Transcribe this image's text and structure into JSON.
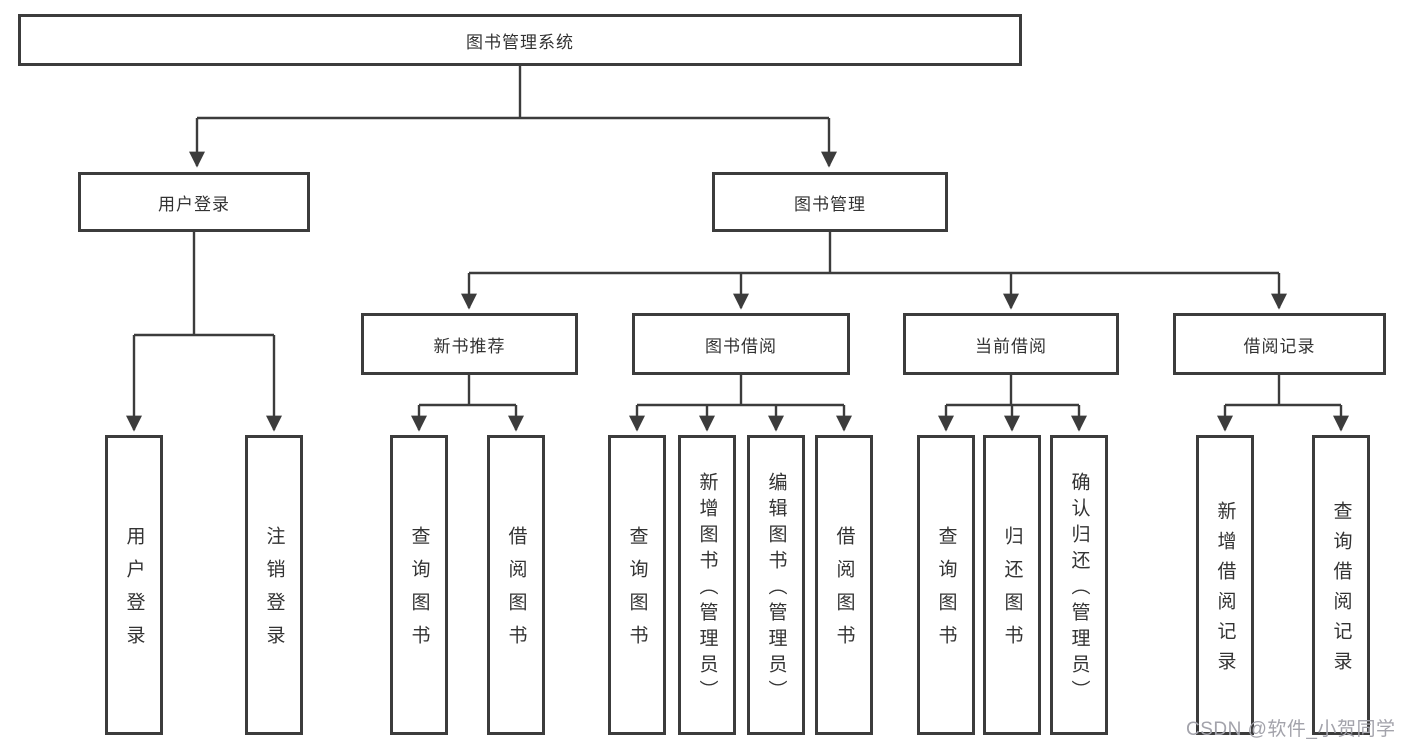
{
  "diagram": {
    "root": {
      "label": "图书管理系统",
      "children": [
        {
          "label": "用户登录",
          "children": [
            {
              "label": "用户登录"
            },
            {
              "label": "注销登录"
            }
          ]
        },
        {
          "label": "图书管理",
          "children": [
            {
              "label": "新书推荐",
              "children": [
                {
                  "label": "查询图书"
                },
                {
                  "label": "借阅图书"
                }
              ]
            },
            {
              "label": "图书借阅",
              "children": [
                {
                  "label": "查询图书"
                },
                {
                  "label": "新增图书（管理员）"
                },
                {
                  "label": "编辑图书（管理员）"
                },
                {
                  "label": "借阅图书"
                }
              ]
            },
            {
              "label": "当前借阅",
              "children": [
                {
                  "label": "查询图书"
                },
                {
                  "label": "归还图书"
                },
                {
                  "label": "确认归还（管理员）"
                }
              ]
            },
            {
              "label": "借阅记录",
              "children": [
                {
                  "label": "新增借阅记录"
                },
                {
                  "label": "查询借阅记录"
                }
              ]
            }
          ]
        }
      ]
    },
    "watermark": "CSDN @软件_小贺同学",
    "colors": {
      "line": "#3c3c3c",
      "box_border": "#3c3c3c",
      "text": "#333333",
      "watermark": "#a3a3ab",
      "background": "#ffffff"
    }
  }
}
